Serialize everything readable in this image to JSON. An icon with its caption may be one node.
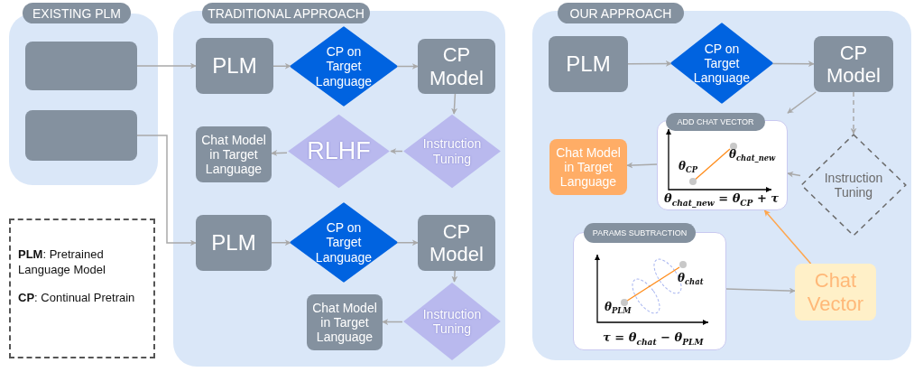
{
  "diagram": {
    "nodes": [
      {
        "text": [
          "EXISTING PLM"
        ]
      },
      {
        "text": [],
        "shape": "box",
        "in": 0
      },
      {
        "text": [],
        "shape": "box",
        "in": 0
      },
      {
        "text": [
          "TRADITIONAL APPROACH"
        ]
      },
      {
        "text": [
          "PLM"
        ],
        "in": 3
      },
      {
        "text": [
          "CP on Target Language"
        ],
        "in": 3
      },
      {
        "text": [
          "CP Model"
        ],
        "in": 3
      },
      {
        "text": [
          "Chat Model in Target Language"
        ],
        "in": 3
      },
      {
        "text": [
          "RLHF"
        ],
        "in": 3
      },
      {
        "text": [
          "Instruction Tuning"
        ],
        "in": 3
      },
      {
        "text": [
          "PLM"
        ],
        "in": 3
      },
      {
        "text": [
          "CP on Target Language"
        ],
        "in": 3
      },
      {
        "text": [
          "CP Model"
        ],
        "in": 3
      },
      {
        "text": [
          "Chat Model in Target Language"
        ],
        "in": 3
      },
      {
        "text": [
          "Instruction Tuning"
        ],
        "in": 3
      },
      {
        "text": [
          "**PLM**: Pretrained Language Model",
          "**CP**: Continual Pretrain"
        ]
      },
      {
        "text": [
          "OUR APPROACH"
        ]
      },
      {
        "text": [
          "PLM"
        ],
        "in": 16
      },
      {
        "text": [
          "CP on Target Language"
        ],
        "in": 16
      },
      {
        "text": [
          "CP Model"
        ],
        "in": 16
      },
      {
        "text": [
          "Chat Model in Target Language"
        ],
        "in": 16
      },
      {
        "text": [
          "ADD CHAT VECTOR",
          "θ$_{CP}$",
          "θ$_{chat_new}$",
          "θ$_{chat_new}$ = θ$_{CP}$ + τ"
        ],
        "in": 16
      },
      {
        "text": [
          "Instruction Tuning"
        ],
        "in": 16
      },
      {
        "text": [
          "PARAMS SUBTRACTION",
          "θ$_{chat}$",
          "θ$_{PLM}$",
          "τ = θ$_{chat}$ − θ$_{PLM}$"
        ],
        "in": 16
      },
      {
        "text": [
          "Chat Vector"
        ],
        "in": 16
      }
    ],
    "edges": [
      {
        "from": 1,
        "to": 4,
        "arrow": "to"
      },
      {
        "from": 2,
        "to": 10,
        "arrow": "to"
      },
      {
        "from": 4,
        "to": 5,
        "arrow": "to"
      },
      {
        "from": 5,
        "to": 6,
        "arrow": "to"
      },
      {
        "from": 6,
        "to": 9,
        "arrow": "to"
      },
      {
        "from": 9,
        "to": 8,
        "arrow": "to"
      },
      {
        "from": 8,
        "to": 7,
        "arrow": "to"
      },
      {
        "from": 10,
        "to": 11,
        "arrow": "to"
      },
      {
        "from": 11,
        "to": 12,
        "arrow": "to"
      },
      {
        "from": 12,
        "to": 14,
        "arrow": "to"
      },
      {
        "from": 14,
        "to": 13,
        "arrow": "to"
      },
      {
        "from": 17,
        "to": 18,
        "arrow": "to"
      },
      {
        "from": 18,
        "to": 19,
        "arrow": "to"
      },
      {
        "from": 19,
        "to": 21,
        "arrow": "to"
      },
      {
        "from": 19,
        "to": 22,
        "arrow": "to",
        "style": "dashed"
      },
      {
        "from": 22,
        "to": 21,
        "arrow": "to"
      },
      {
        "from": 21,
        "to": 20,
        "arrow": "to"
      },
      {
        "from": 23,
        "to": 24,
        "arrow": "to"
      },
      {
        "from": 24,
        "to": 21,
        "arrow": "to",
        "color": "#ffa64d"
      }
    ]
  }
}
